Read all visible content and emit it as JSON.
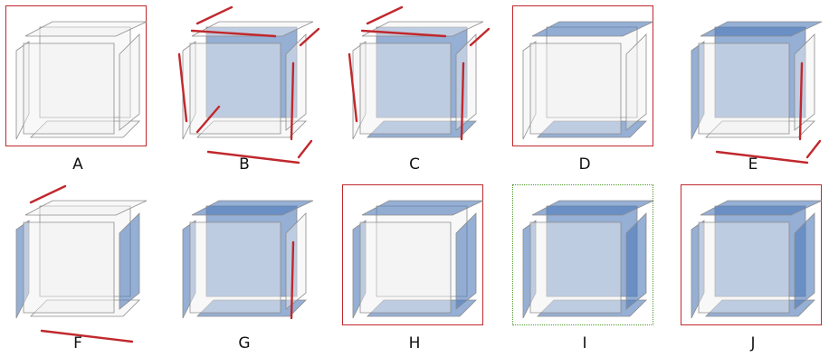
{
  "panels": [
    {
      "label": "A",
      "faces": {
        "top": "white",
        "left": "white",
        "right": "white",
        "back": "white",
        "front": "white",
        "bottom": "white"
      },
      "edges": [],
      "frame": "red"
    },
    {
      "label": "B",
      "faces": {
        "top": "white",
        "left": "white",
        "right": "white",
        "back": "blue",
        "front": "white",
        "bottom": "white"
      },
      "edges": [
        "top-back",
        "top-front",
        "top-right",
        "left-front",
        "right-front",
        "bottom-front",
        "bottom-left",
        "bottom-right"
      ],
      "frame": "none"
    },
    {
      "label": "C",
      "faces": {
        "top": "white",
        "left": "white",
        "right": "white",
        "back": "blue",
        "front": "white",
        "bottom": "blue"
      },
      "edges": [
        "top-back",
        "top-front",
        "top-right",
        "left-front",
        "right-front"
      ],
      "frame": "none"
    },
    {
      "label": "D",
      "faces": {
        "top": "blue",
        "left": "white",
        "right": "white",
        "back": "white",
        "front": "white",
        "bottom": "blue"
      },
      "edges": [],
      "frame": "red"
    },
    {
      "label": "E",
      "faces": {
        "top": "blue",
        "left": "blue",
        "right": "white",
        "back": "blue",
        "front": "white",
        "bottom": "white"
      },
      "edges": [
        "right-front",
        "bottom-front",
        "bottom-right"
      ],
      "frame": "none"
    },
    {
      "label": "F",
      "faces": {
        "top": "white",
        "left": "blue",
        "right": "blue",
        "back": "white",
        "front": "white",
        "bottom": "white"
      },
      "edges": [
        "top-back",
        "bottom-front"
      ],
      "frame": "none"
    },
    {
      "label": "G",
      "faces": {
        "top": "blue",
        "left": "blue",
        "right": "white",
        "back": "blue",
        "front": "white",
        "bottom": "blue"
      },
      "edges": [
        "right-front"
      ],
      "frame": "none"
    },
    {
      "label": "H",
      "faces": {
        "top": "blue",
        "left": "blue",
        "right": "blue",
        "back": "white",
        "front": "white",
        "bottom": "blue"
      },
      "edges": [],
      "frame": "red"
    },
    {
      "label": "I",
      "faces": {
        "top": "blue",
        "left": "blue",
        "right": "blue",
        "back": "blue",
        "front": "white",
        "bottom": "blue"
      },
      "edges": [],
      "frame": "dotted"
    },
    {
      "label": "J",
      "faces": {
        "top": "blue",
        "left": "blue",
        "right": "blue",
        "back": "blue",
        "front": "white",
        "bottom": "blue"
      },
      "edges": [],
      "frame": "red"
    }
  ],
  "colors": {
    "blue": "#4f7ab9",
    "white": "#f0f0f0",
    "outline": "#8c8c8c",
    "edge": "#c0282d",
    "frame_red": "#c0282d",
    "frame_green": "#4f9a2c"
  }
}
